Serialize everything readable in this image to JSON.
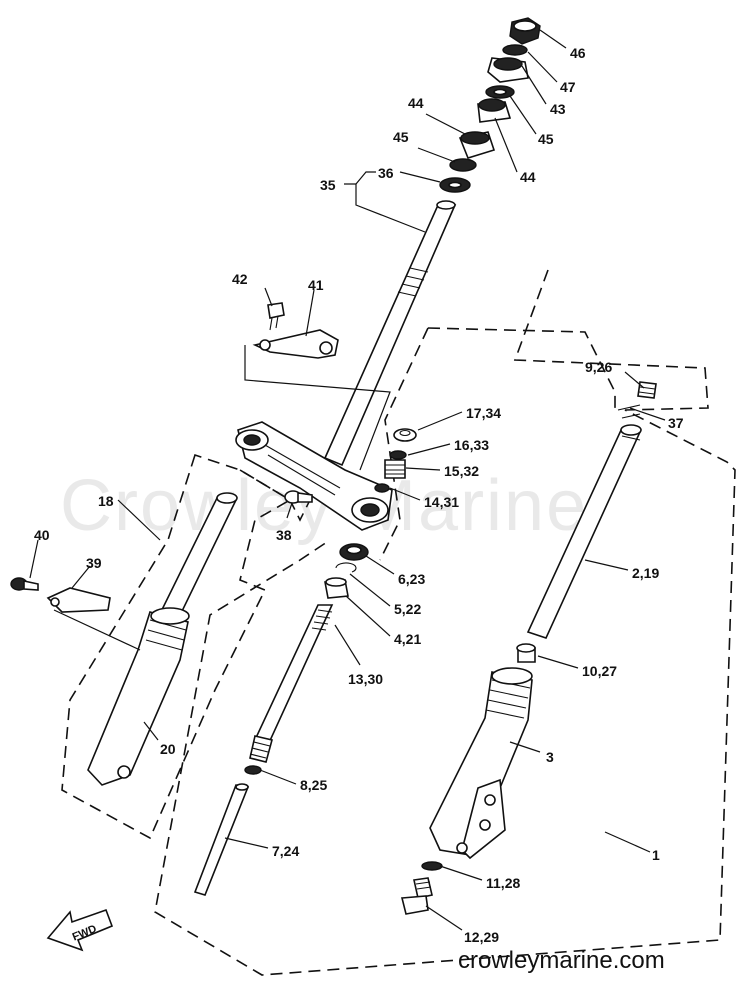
{
  "watermark": "Crowley Marine",
  "footer": "crowleymarine.com",
  "fwd_label": "FWD",
  "callouts": {
    "c46": "46",
    "c47": "47",
    "c43": "43",
    "c45a": "45",
    "c44a": "44",
    "c45b": "45",
    "c44b": "44",
    "c36": "36",
    "c35": "35",
    "c42": "42",
    "c41": "41",
    "c9_26": "9,26",
    "c37": "37",
    "c17_34": "17,34",
    "c16_33": "16,33",
    "c15_32": "15,32",
    "c14_31": "14,31",
    "c18": "18",
    "c38": "38",
    "c40": "40",
    "c39": "39",
    "c6_23": "6,23",
    "c5_22": "5,22",
    "c4_21": "4,21",
    "c2_19": "2,19",
    "c13_30": "13,30",
    "c10_27": "10,27",
    "c20": "20",
    "c3": "3",
    "c8_25": "8,25",
    "c7_24": "7,24",
    "c1": "1",
    "c11_28": "11,28",
    "c12_29": "12,29"
  }
}
